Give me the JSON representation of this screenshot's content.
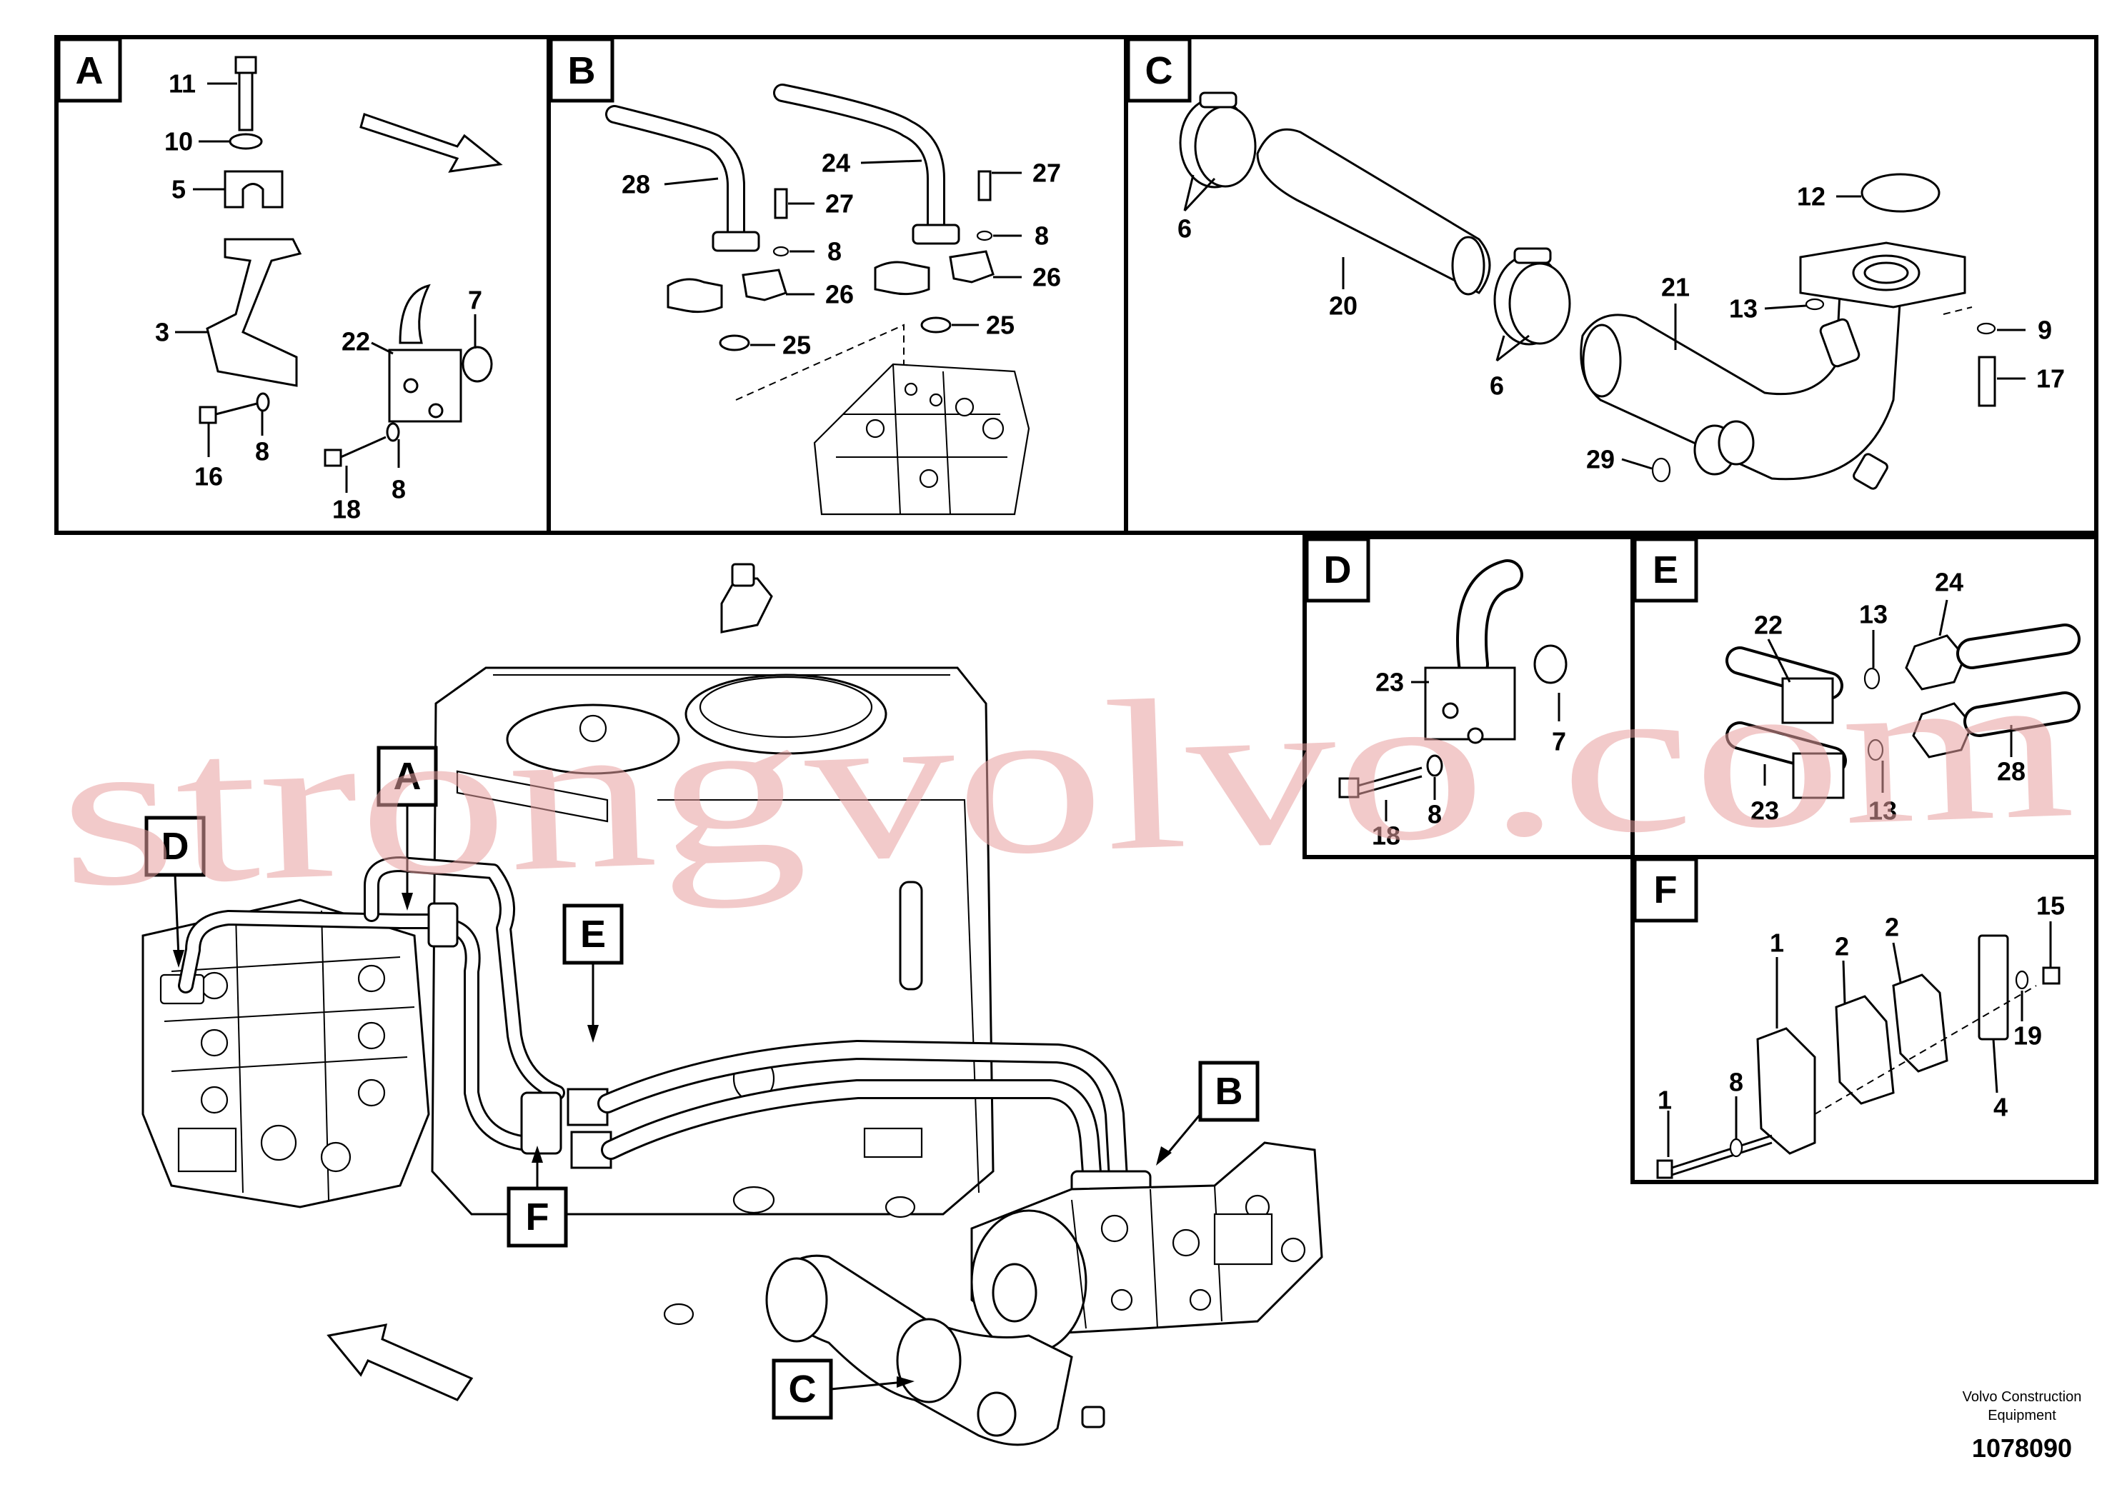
{
  "panels": {
    "a": {
      "tag": "A",
      "labels": [
        "11",
        "10",
        "5",
        "3",
        "16",
        "8",
        "22",
        "7",
        "18",
        "8"
      ]
    },
    "b": {
      "tag": "B",
      "labels": [
        "28",
        "27",
        "8",
        "26",
        "25",
        "24",
        "27",
        "8",
        "26",
        "25"
      ]
    },
    "c": {
      "tag": "C",
      "labels": [
        "6",
        "20",
        "6",
        "21",
        "12",
        "13",
        "9",
        "17",
        "29"
      ]
    },
    "d": {
      "tag": "D",
      "labels": [
        "23",
        "7",
        "18",
        "8"
      ]
    },
    "e": {
      "tag": "E",
      "labels": [
        "22",
        "13",
        "24",
        "28",
        "23",
        "13"
      ]
    },
    "f": {
      "tag": "F",
      "labels": [
        "1",
        "2",
        "2",
        "15",
        "1",
        "8",
        "19",
        "4"
      ]
    }
  },
  "main_view": {
    "callouts": [
      "A",
      "D",
      "E",
      "F",
      "B",
      "C"
    ]
  },
  "watermark": "strongvolvo.com",
  "footer": {
    "brand_line1": "Volvo Construction",
    "brand_line2": "Equipment",
    "drawing_number": "1078090"
  }
}
